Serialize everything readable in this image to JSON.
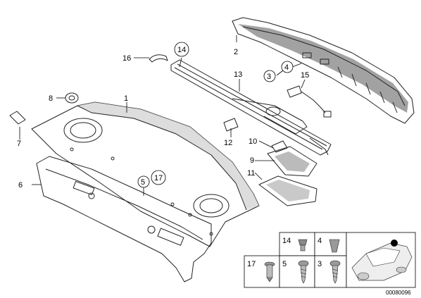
{
  "callouts": {
    "c1": "1",
    "c2": "2",
    "c3": "3",
    "c4": "4",
    "c5": "5",
    "c6": "6",
    "c7": "7",
    "c8": "8",
    "c9": "9",
    "c10": "10",
    "c11": "11",
    "c12": "12",
    "c13": "13",
    "c14": "14",
    "c15": "15",
    "c16": "16",
    "c17": "17"
  },
  "fasteners": {
    "f14": "14",
    "f4": "4",
    "f17": "17",
    "f5": "5",
    "f3": "3"
  },
  "diagram_code": "00080096"
}
